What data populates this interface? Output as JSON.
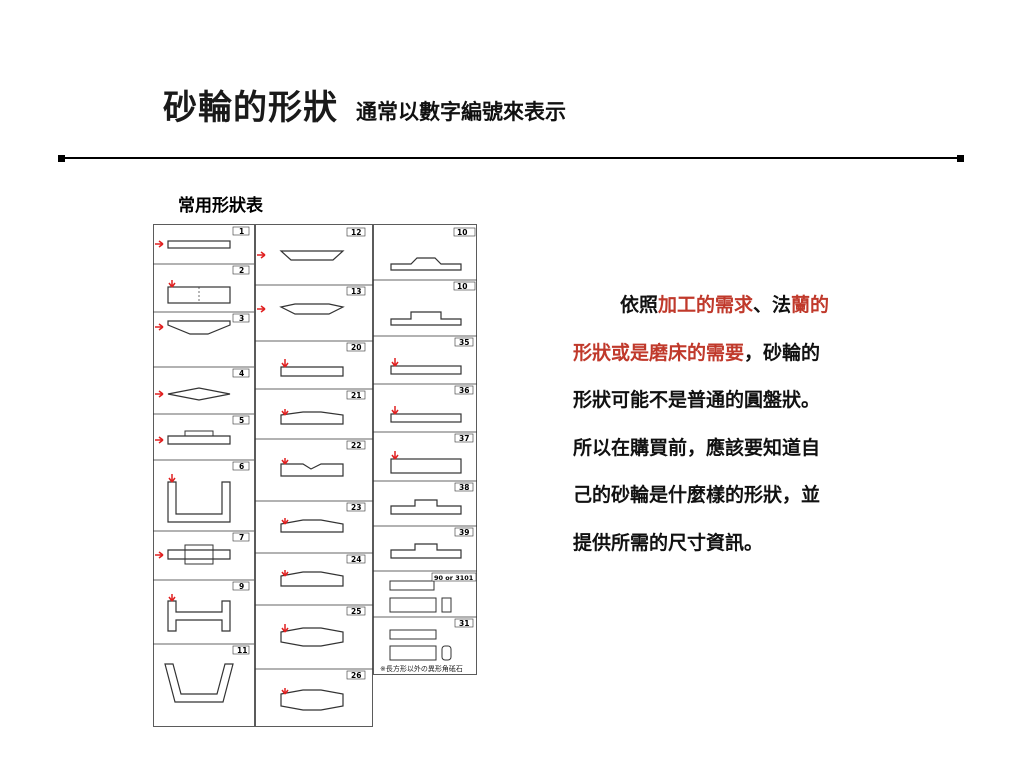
{
  "slide": {
    "title": "砂輪的形狀",
    "subtitle": "通常以數字編號來表示",
    "table_caption": "常用形狀表",
    "paragraph": {
      "line1_a": "依照",
      "line1_red": "加工的需求",
      "line1_b": "、法",
      "line1_red2": "蘭的",
      "line2_red": "形狀或是磨床的需要",
      "line2_b": "，砂輪的",
      "line3": "形狀可能不是普通的圓盤狀。",
      "line4": "所以在購買前，應該要知道自",
      "line5": "己的砂輪是什麼樣的形狀，並",
      "line6": "提供所需的尺寸資訊。"
    },
    "shape_numbers": {
      "col1": [
        "1",
        "2",
        "3",
        "4",
        "5",
        "6",
        "7",
        "9",
        "11"
      ],
      "col2": [
        "12",
        "13",
        "20",
        "21",
        "22",
        "23",
        "24",
        "25",
        "26"
      ],
      "col3": [
        "10",
        "10",
        "35",
        "36",
        "37",
        "38",
        "39",
        "90 or 3101",
        "31"
      ]
    },
    "footnote": "※長方形以外の異形角砥石",
    "colors": {
      "arrow": "#e02020",
      "accent_text": "#c0392b",
      "rule": "#000000"
    }
  }
}
